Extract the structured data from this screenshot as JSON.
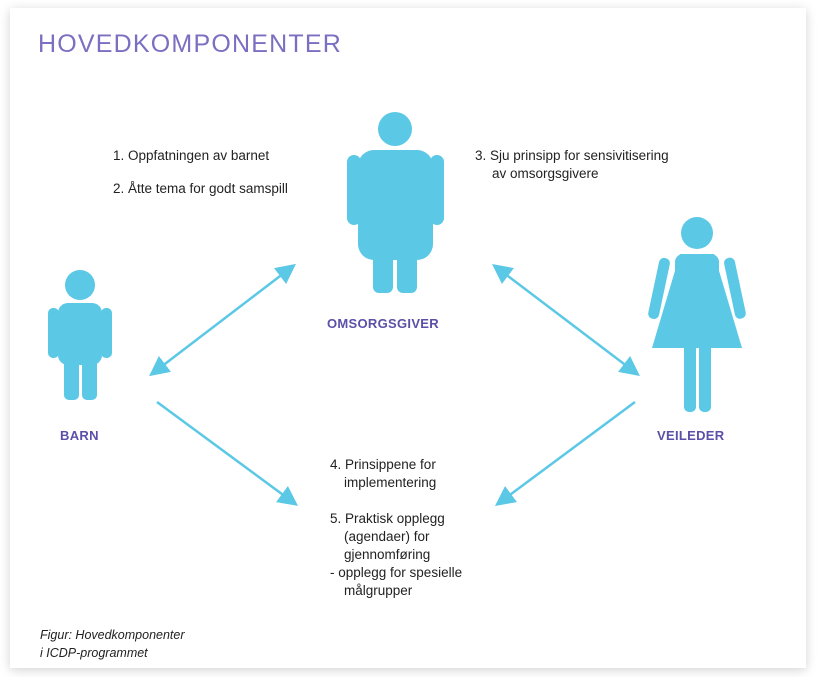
{
  "title": "HOVEDKOMPONENTER",
  "roles": {
    "child": "BARN",
    "caregiver": "OMSORGSGIVER",
    "facilitator": "VEILEDER"
  },
  "components": {
    "item1": "1. Oppfatningen av barnet",
    "item2": "2. Åtte tema for godt samspill",
    "item3_line1": "3. Sju prinsipp for sensivitisering",
    "item3_line2": "av omsorgsgivere",
    "item4_line1": "4. Prinsippene for",
    "item4_line2": "implementering",
    "item5_line1": "5. Praktisk opplegg",
    "item5_line2": "(agendaer) for",
    "item5_line3": "gjennomføring",
    "item5_line4": "-   opplegg for spesielle",
    "item5_line5": "målgrupper"
  },
  "caption": {
    "line1": "Figur: Hovedkomponenter",
    "line2": "i ICDP-programmet"
  },
  "colors": {
    "figure": "#5bc8e6",
    "arrow": "#5bc8e6",
    "title": "#7b6fc2",
    "role_label": "#5b4fa8"
  }
}
